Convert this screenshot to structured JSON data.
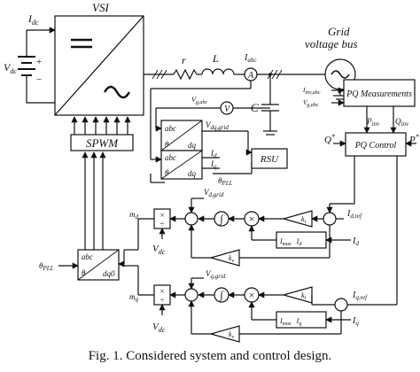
{
  "figure": {
    "caption": "Fig. 1.  Considered system and control design."
  },
  "labels": {
    "vsi": "VSI",
    "idc": "I",
    "idc_sub": "dc",
    "vdc": "V",
    "vdc_sub": "dc",
    "plus": "+",
    "minus": "−",
    "spwm": "SPWM",
    "r": "r",
    "L": "L",
    "iabc": "I",
    "iabc_sub": "abc",
    "A": "A",
    "V": "V",
    "C": "C",
    "vgabc": "V",
    "vgabc_sub": "g,abc",
    "grid_line1": "Grid",
    "grid_line2": "voltage bus",
    "pq_meas": "PQ Measurements",
    "pq_in1": "I",
    "pq_in1_sub": "inv,abc",
    "pq_in2": "V",
    "pq_in2_sub": "g,abc",
    "pinv": "P",
    "pinv_sub": "inv",
    "qinv": "Q",
    "qinv_sub": "inv",
    "pq_ctrl": "PQ Control",
    "qstar": "Q",
    "qstar_sup": "*",
    "pstar": "P",
    "pstar_sup": "*",
    "abc": "abc",
    "dq": "dq",
    "theta": "θ",
    "vdq_grid": "V",
    "vdq_grid_sub": "dq,grid",
    "id_out": "I",
    "id_out_sub": "d",
    "iq_out": "I",
    "iq_out_sub": "q",
    "theta_pll": "θ",
    "theta_pll_sub": "PLL",
    "rsu": "RSU",
    "vd_grid": "V",
    "vd_grid_sub": "d,grid",
    "vq_grid": "V",
    "vq_grid_sub": "q,grid",
    "md": "m",
    "md_sub": "d",
    "mq": "m",
    "mq_sub": "q",
    "div_top": "×",
    "div_bot": "÷",
    "vdc_low": "V",
    "vdc_low_sub": "dc",
    "integ": "∫",
    "mult": "×",
    "kv": "k",
    "kv_sub": "v",
    "ki": "k",
    "ki_sub": "i",
    "idref": "I",
    "idref_sub": "d,ref",
    "iqref": "I",
    "iqref_sub": "q,ref",
    "id_fb": "I",
    "id_fb_sub": "d",
    "iq_fb": "I",
    "iq_fb_sub": "q",
    "imax_d": "I",
    "imax_d_rest": "max",
    "imax_d_tail": "I",
    "imax_d_tail_sub": "d",
    "imax_q": "I",
    "imax_q_rest": "max",
    "imax_q_tail": "I",
    "imax_q_tail_sub": "q",
    "abc2": "abc",
    "dq2": "dq",
    "theta2": "θ",
    "theta_pll_in": "θ",
    "theta_pll_in_sub": "PLL"
  }
}
